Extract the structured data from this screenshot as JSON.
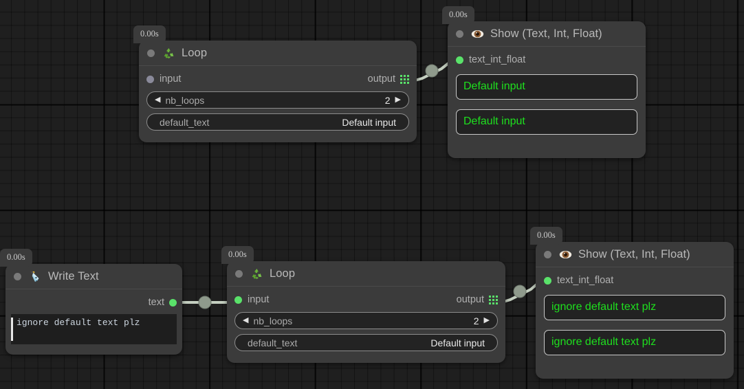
{
  "app": {
    "background_color": "#1f1f1f",
    "node_color": "#3b3b3b",
    "accent_green": "#5ae26a",
    "value_green": "#1ee01e",
    "wire_color": "#c4cfc0"
  },
  "nodes": [
    {
      "id": "loop-top",
      "time_badge": "0.00s",
      "title": "Loop",
      "icon": "recycle-icon",
      "input_port": {
        "label": "input",
        "state": "disconnected"
      },
      "output_port": {
        "label": "output",
        "icon": "grid-icon"
      },
      "fields": [
        {
          "name": "nb_loops",
          "value": "2",
          "stepper": true,
          "left_arrow": "◀",
          "right_arrow": "▶"
        },
        {
          "name": "default_text",
          "value": "Default input",
          "stepper": false
        }
      ]
    },
    {
      "id": "show-top",
      "time_badge": "0.00s",
      "title": "Show (Text, Int, Float)",
      "icon": "eye-icon",
      "input_port": {
        "label": "text_int_float",
        "state": "connected"
      },
      "outputs": [
        "Default input",
        "Default input"
      ]
    },
    {
      "id": "write-text",
      "time_badge": "0.00s",
      "title": "Write Text",
      "icon": "pen-icon",
      "output_port": {
        "label": "text",
        "state": "connected"
      },
      "text_value": "ignore default text plz"
    },
    {
      "id": "loop-bottom",
      "time_badge": "0.00s",
      "title": "Loop",
      "icon": "recycle-icon",
      "input_port": {
        "label": "input",
        "state": "connected"
      },
      "output_port": {
        "label": "output",
        "icon": "grid-icon"
      },
      "fields": [
        {
          "name": "nb_loops",
          "value": "2",
          "stepper": true,
          "left_arrow": "◀",
          "right_arrow": "▶"
        },
        {
          "name": "default_text",
          "value": "Default input",
          "stepper": false
        }
      ]
    },
    {
      "id": "show-bottom",
      "time_badge": "0.00s",
      "title": "Show (Text, Int, Float)",
      "icon": "eye-icon",
      "input_port": {
        "label": "text_int_float",
        "state": "connected"
      },
      "outputs": [
        "ignore default text plz",
        "ignore default text plz"
      ]
    }
  ]
}
